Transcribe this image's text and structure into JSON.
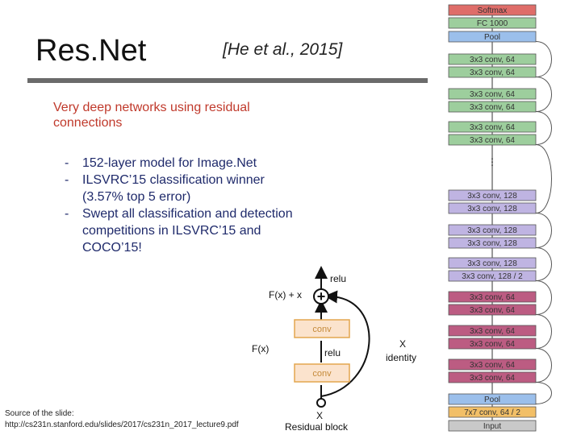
{
  "slide": {
    "title": "Res.Net",
    "citation": "[He et al., 2015]",
    "lead": "Very deep networks using residual connections",
    "bullets": [
      "152-layer model for Image.Net",
      "ILSVRC’15 classification winner (3.57% top 5 error)",
      "Swept all classification and detection competitions in ILSVRC’15 and COCO’15!"
    ],
    "source_line1": "Source of the slide:",
    "source_line2": "http://cs231n.stanford.edu/slides/2017/cs231n_2017_lecture9.pdf"
  },
  "block": {
    "relu_top": "relu",
    "fx_plus_x": "F(x) + x",
    "conv_top": "conv",
    "fx": "F(x)",
    "relu_mid": "relu",
    "conv_bottom": "conv",
    "x_label": "X",
    "identity": "identity",
    "x_bottom": "X",
    "caption": "Residual block"
  },
  "network": {
    "colors": {
      "softmax": "#d9534f",
      "fc": "#8cc68c",
      "pool": "#8ab4e8",
      "conv64_green": "#8cc68c",
      "conv128_violet": "#b4a7dd",
      "conv64_maroon": "#b0406c",
      "conv77": "#f0b44c",
      "input": "#c0c0c0"
    },
    "layers": [
      {
        "label": "Softmax",
        "color": "softmax"
      },
      {
        "label": "FC 1000",
        "color": "fc"
      },
      {
        "label": "Pool",
        "color": "pool"
      },
      {
        "label": "3x3 conv, 64",
        "color": "conv64_green"
      },
      {
        "label": "3x3 conv, 64",
        "color": "conv64_green"
      },
      {
        "label": "3x3 conv, 64",
        "color": "conv64_green"
      },
      {
        "label": "3x3 conv, 64",
        "color": "conv64_green"
      },
      {
        "label": "3x3 conv, 64",
        "color": "conv64_green"
      },
      {
        "label": "3x3 conv, 64",
        "color": "conv64_green"
      },
      {
        "label": "3x3 conv, 128",
        "color": "conv128_violet"
      },
      {
        "label": "3x3 conv, 128",
        "color": "conv128_violet"
      },
      {
        "label": "3x3 conv, 128",
        "color": "conv128_violet"
      },
      {
        "label": "3x3 conv, 128",
        "color": "conv128_violet"
      },
      {
        "label": "3x3 conv, 128",
        "color": "conv128_violet"
      },
      {
        "label": "3x3 conv, 128 / 2",
        "color": "conv128_violet"
      },
      {
        "label": "3x3 conv, 64",
        "color": "conv64_maroon"
      },
      {
        "label": "3x3 conv, 64",
        "color": "conv64_maroon"
      },
      {
        "label": "3x3 conv, 64",
        "color": "conv64_maroon"
      },
      {
        "label": "3x3 conv, 64",
        "color": "conv64_maroon"
      },
      {
        "label": "3x3 conv, 64",
        "color": "conv64_maroon"
      },
      {
        "label": "3x3 conv, 64",
        "color": "conv64_maroon"
      },
      {
        "label": "Pool",
        "color": "pool"
      },
      {
        "label": "7x7 conv, 64 / 2",
        "color": "conv77"
      },
      {
        "label": "Input",
        "color": "input"
      }
    ]
  }
}
